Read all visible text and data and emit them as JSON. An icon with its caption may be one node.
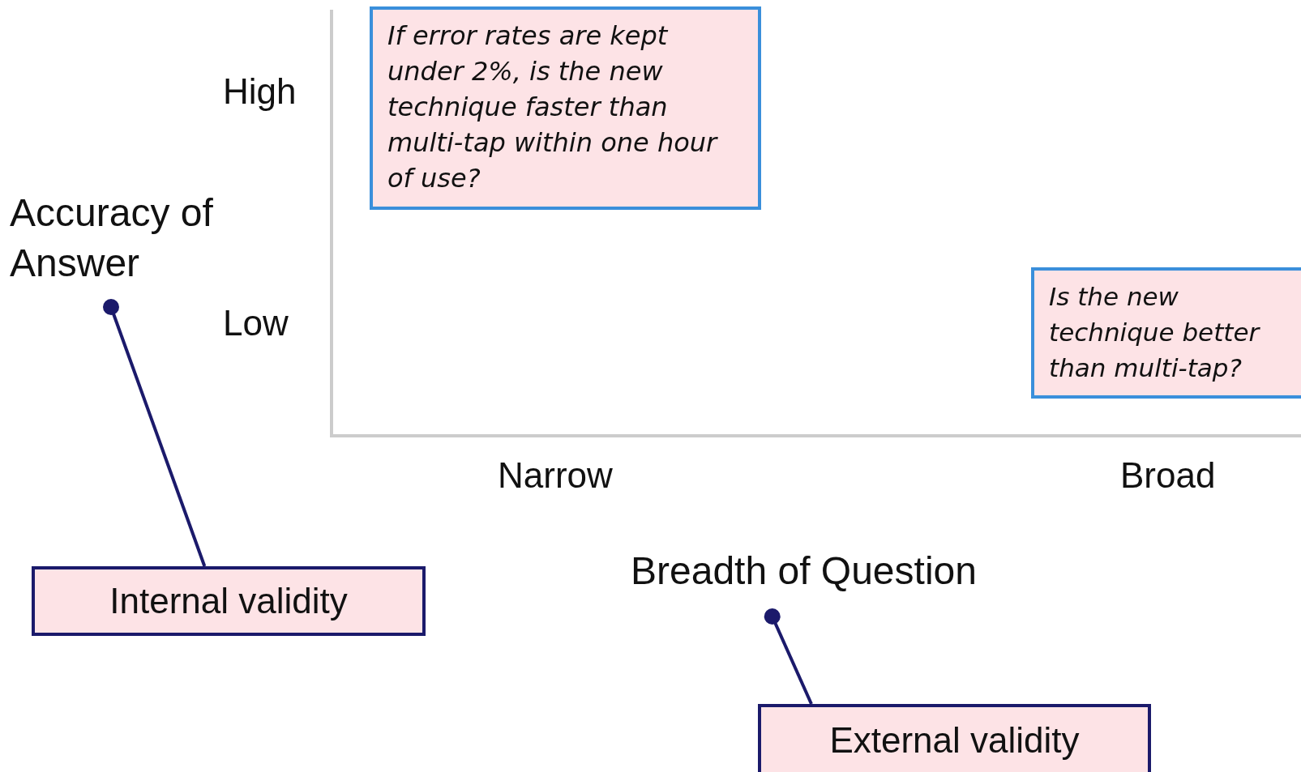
{
  "diagram": {
    "nodes": [
      {
        "text": [
          "If error rates are kept under 2%, is the new technique faster than multi-tap within one hour of use?"
        ]
      },
      {
        "text": [
          "Accuracy of Answer"
        ]
      },
      {
        "text": [
          "Is the new technique better than multi-tap?"
        ]
      },
      {
        "text": [
          "Internal validity"
        ]
      },
      {
        "text": [
          "Breadth of Question"
        ]
      },
      {
        "text": [
          "External validity"
        ]
      }
    ],
    "edges": [
      {
        "from": 3,
        "to": 1,
        "arrow": "other"
      },
      {
        "from": 5,
        "to": 4,
        "arrow": "other"
      }
    ],
    "labels": [
      "High",
      "Low",
      "Narrow",
      "Broad"
    ]
  }
}
